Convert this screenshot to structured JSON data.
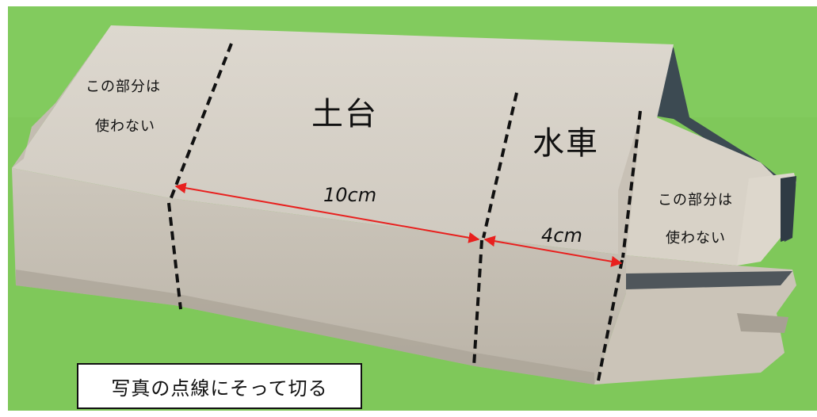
{
  "labels": {
    "unused_left_line1": "この部分は",
    "unused_left_line2": "使わない",
    "base": "土台",
    "waterwheel": "水車",
    "unused_right_line1": "この部分は",
    "unused_right_line2": "使わない",
    "length_base": "10cm",
    "length_waterwheel": "4cm"
  },
  "caption": "写真の点線にそって切る",
  "colors": {
    "background_green": "#7fc85a",
    "carton": "#d2ccc2",
    "cut_line": "#111111",
    "arrow": "#e8201e"
  }
}
